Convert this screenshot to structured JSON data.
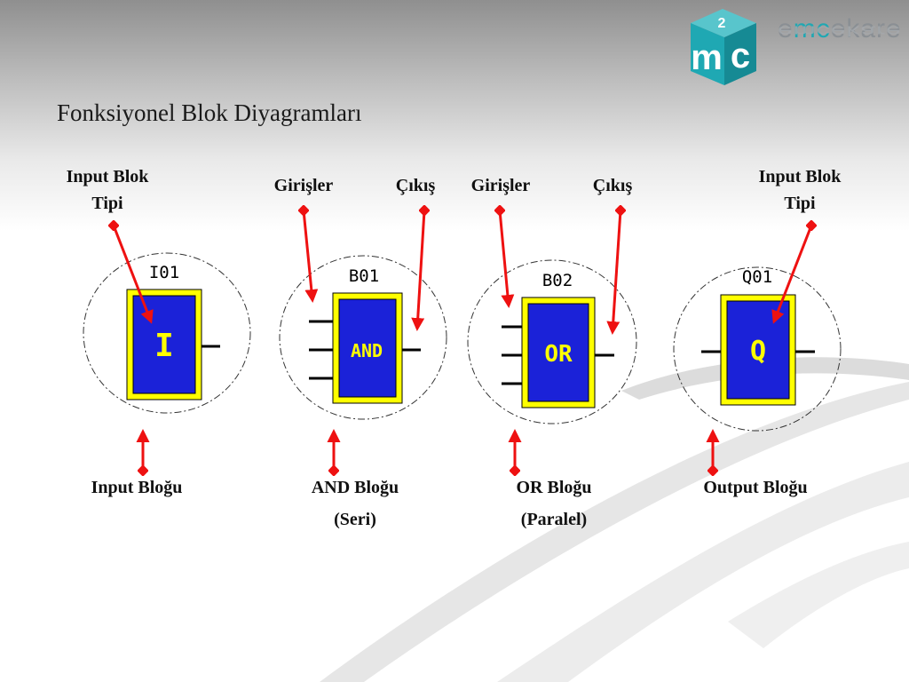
{
  "slide": {
    "title": "Fonksiyonel Blok Diyagramları"
  },
  "logo": {
    "cube_letters": [
      "m",
      "c"
    ],
    "cube_sup": "2",
    "brand_prefix": "e",
    "brand_mc": "mc",
    "brand_suffix": "ekare",
    "colors": {
      "teal": "#1fa8b3",
      "grey": "#8a8f94"
    }
  },
  "labels": {
    "input_blok_tipi_left": [
      "Input Blok",
      "Tipi"
    ],
    "input_blok_tipi_right": [
      "Input Blok",
      "Tipi"
    ],
    "girisler_1": "Girişler",
    "cikis_1": "Çıkış",
    "girisler_2": "Girişler",
    "cikis_2": "Çıkış",
    "input_blogu": "Input Bloğu",
    "and_blogu": [
      "AND Bloğu",
      "(Seri)"
    ],
    "or_blogu": [
      "OR Bloğu",
      "(Paralel)"
    ],
    "output_blogu": "Output Bloğu"
  },
  "blocks": [
    {
      "id": "I01",
      "symbol": "I"
    },
    {
      "id": "B01",
      "symbol": "AND"
    },
    {
      "id": "B02",
      "symbol": "OR"
    },
    {
      "id": "Q01",
      "symbol": "Q"
    }
  ],
  "colors": {
    "block_fill": "#1b22d8",
    "block_border": "#ffff00",
    "arrow": "#ee1111",
    "pin": "#000000"
  }
}
